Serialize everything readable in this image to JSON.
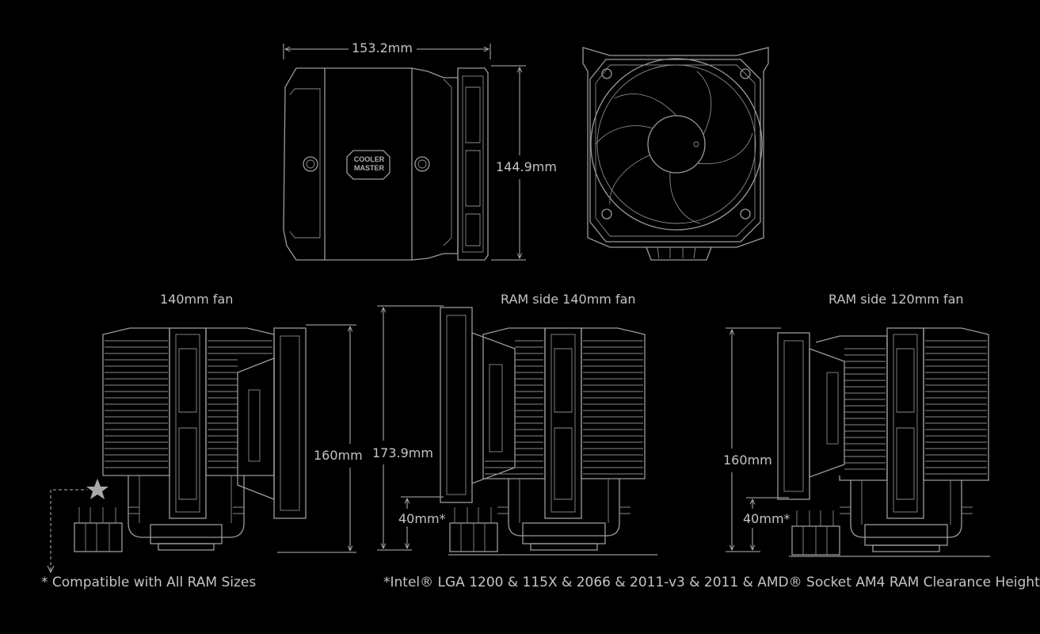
{
  "top_views": {
    "width_label": "153.2mm",
    "height_label": "144.9mm",
    "logo_line1": "COOLER",
    "logo_line2": "MASTER"
  },
  "side_views": [
    {
      "title": "140mm fan",
      "height_label": "160mm"
    },
    {
      "title": "RAM side 140mm fan",
      "height_label": "173.9mm",
      "ram_label": "40mm*"
    },
    {
      "title": "RAM side 120mm fan",
      "height_label": "160mm",
      "ram_label": "40mm*"
    }
  ],
  "footnotes": {
    "ram_compat": "* Compatible with All RAM Sizes",
    "clearance": "*Intel® LGA 1200 & 115X & 2066 & 2011-v3 & 2011 &  AMD® Socket AM4 RAM Clearance Height"
  },
  "icons": [
    "star-icon",
    "fan-icon"
  ]
}
